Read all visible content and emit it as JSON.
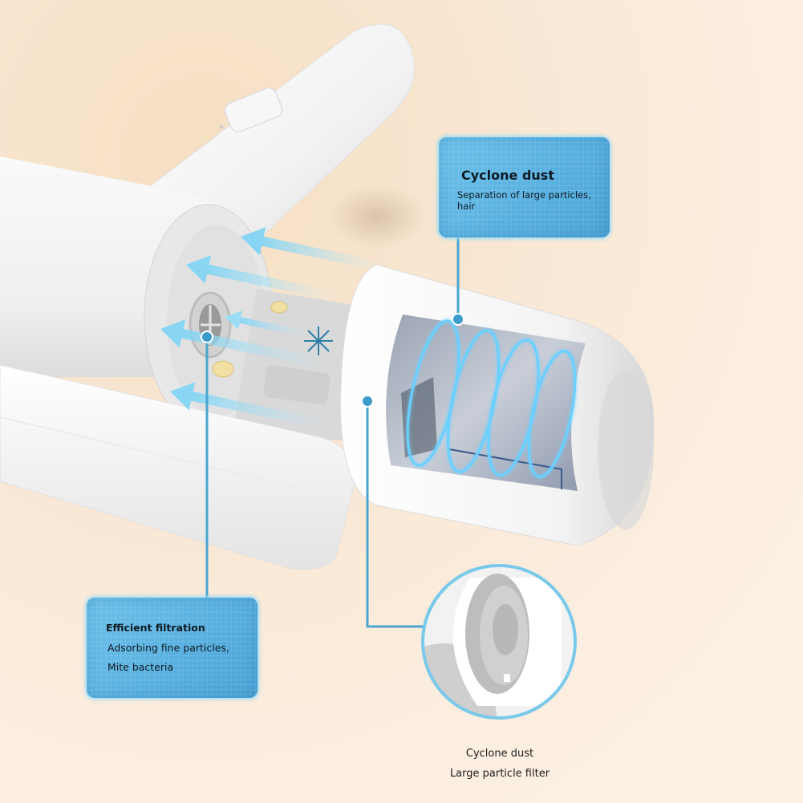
{
  "image": {
    "subject": "Handheld mite vacuum cleaner with cyclone dust cup, annotated infographic",
    "background_color": "#fbeadb",
    "accent_color": "#5ab3e0",
    "line_color": "#4aa6d0"
  },
  "callouts": [
    {
      "id": "cyclone-dust",
      "title": "Cyclone dust",
      "lines": [
        "Separation of large particles, hair"
      ]
    },
    {
      "id": "efficient-filtration",
      "title": "Efficient filtration",
      "lines": [
        "Adsorbing fine particles,",
        "Mite bacteria"
      ]
    }
  ],
  "inset": {
    "caption_lines": [
      "Cyclone dust",
      "Large particle filter"
    ]
  },
  "icons": {
    "airflow": "arrow-left",
    "mite": "dust-mite",
    "antibacterial": "snowflake"
  }
}
